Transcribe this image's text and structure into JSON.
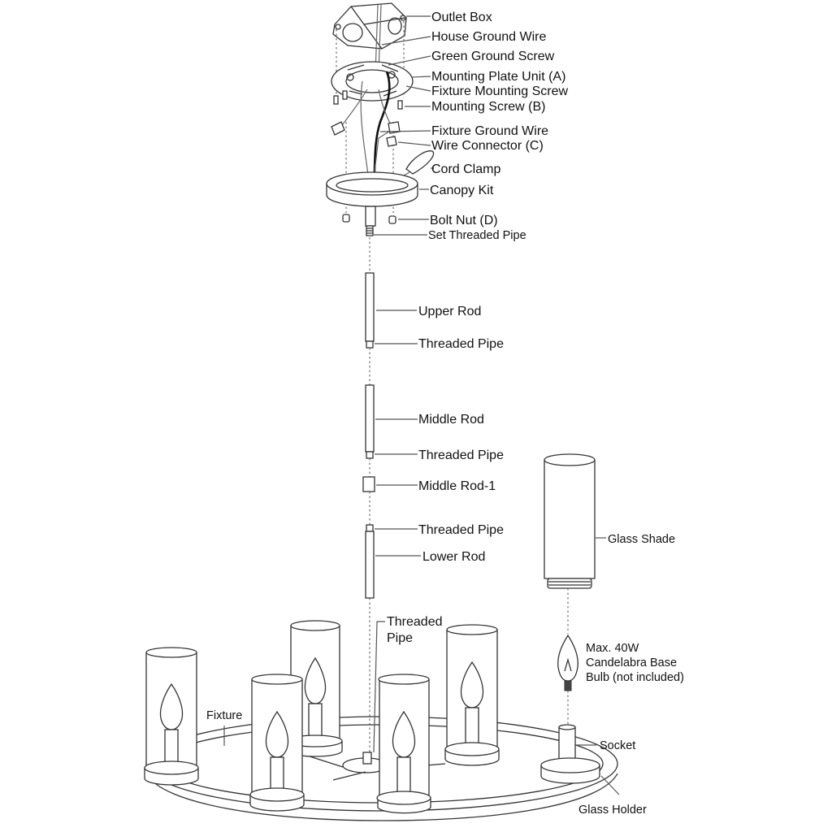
{
  "diagram": {
    "title": "Chandelier installation exploded view",
    "labels": {
      "outlet_box": "Outlet Box",
      "house_ground_wire": "House Ground Wire",
      "green_ground_screw": "Green Ground Screw",
      "mounting_plate": "Mounting Plate Unit (A)",
      "fixture_mounting_screw": "Fixture Mounting Screw",
      "mounting_screw": "Mounting Screw (B)",
      "fixture_ground_wire": "Fixture Ground Wire",
      "wire_connector": "Wire Connector (C)",
      "cord_clamp": "Cord Clamp",
      "canopy_kit": "Canopy Kit",
      "bolt_nut": "Bolt Nut (D)",
      "set_threaded_pipe": "Set Threaded Pipe",
      "upper_rod": "Upper Rod",
      "threaded_pipe_1": "Threaded Pipe",
      "middle_rod": "Middle Rod",
      "threaded_pipe_2": "Threaded Pipe",
      "middle_rod_1": "Middle Rod-1",
      "threaded_pipe_3": "Threaded Pipe",
      "lower_rod": "Lower Rod",
      "threaded_pipe_4_line1": "Threaded",
      "threaded_pipe_4_line2": "Pipe",
      "glass_shade": "Glass Shade",
      "bulb_line1": "Max. 40W",
      "bulb_line2": "Candelabra Base",
      "bulb_line3": "Bulb (not included)",
      "socket": "Socket",
      "glass_holder": "Glass Holder",
      "fixture": "Fixture"
    }
  }
}
